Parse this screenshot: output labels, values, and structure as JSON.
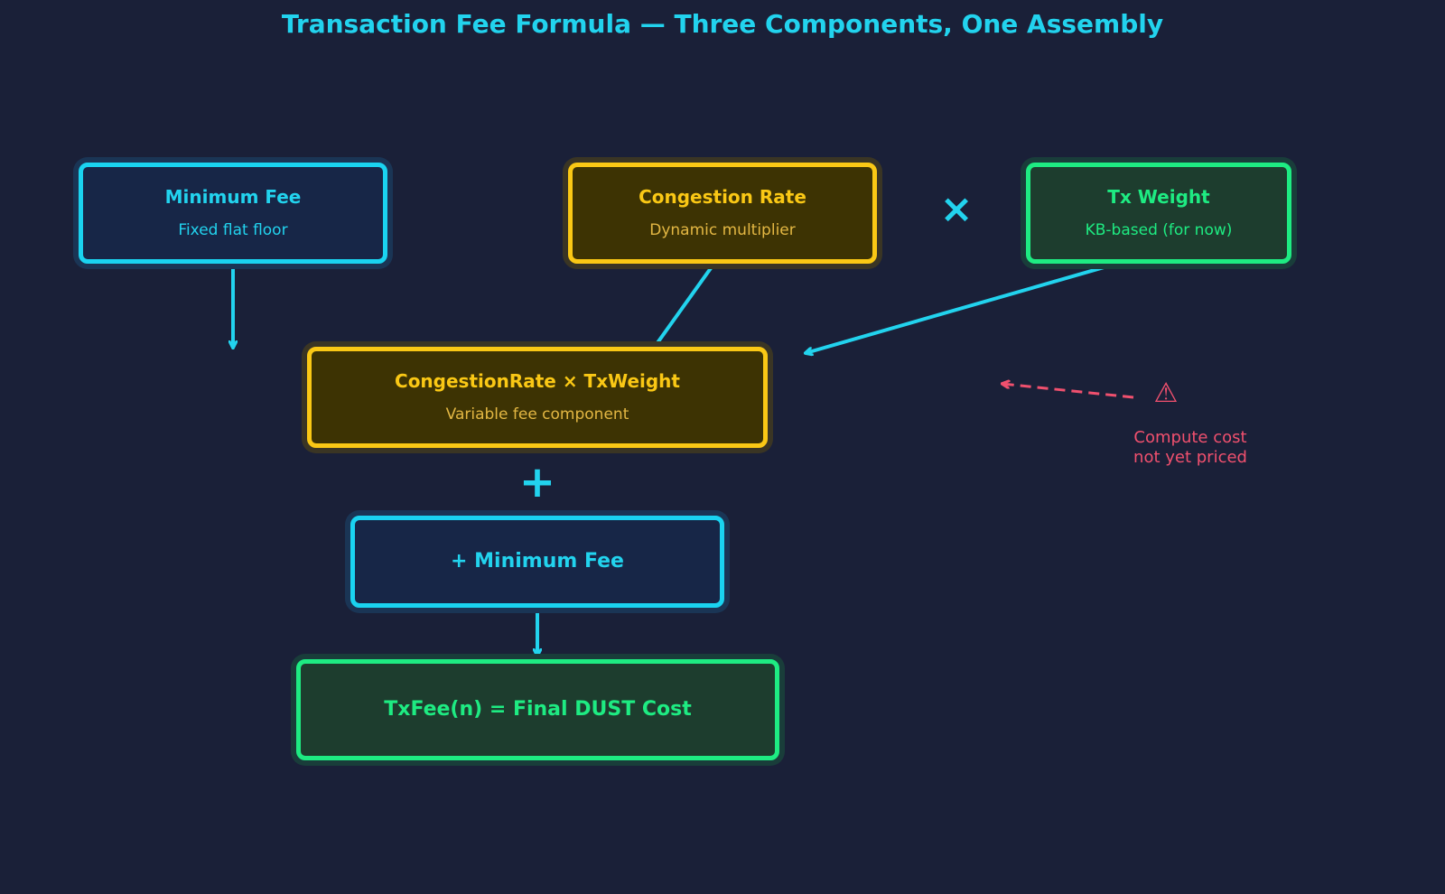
{
  "title": "Transaction Fee Formula — Three Components, One Assembly",
  "nodes": {
    "min_fee": {
      "title": "Minimum Fee",
      "subtitle": "Fixed flat floor"
    },
    "congestion_rate": {
      "title": "Congestion Rate",
      "subtitle": "Dynamic multiplier"
    },
    "tx_weight": {
      "title": "Tx Weight",
      "subtitle": "KB-based (for now)"
    },
    "product": {
      "title": "CongestionRate × TxWeight",
      "subtitle": "Variable fee component"
    },
    "add_min_fee": {
      "title": "+ Minimum Fee"
    },
    "final": {
      "title": "TxFee(n) = Final DUST Cost"
    }
  },
  "operators": {
    "multiply": "×",
    "plus": "+"
  },
  "warning": {
    "icon": "⚠",
    "line1": "Compute cost",
    "line2": "not yet priced"
  },
  "colors": {
    "background": "#1a2038",
    "cyan": "#22d3ee",
    "yellow": "#fac815",
    "green": "#1eeb82",
    "warning": "#f0506e"
  }
}
